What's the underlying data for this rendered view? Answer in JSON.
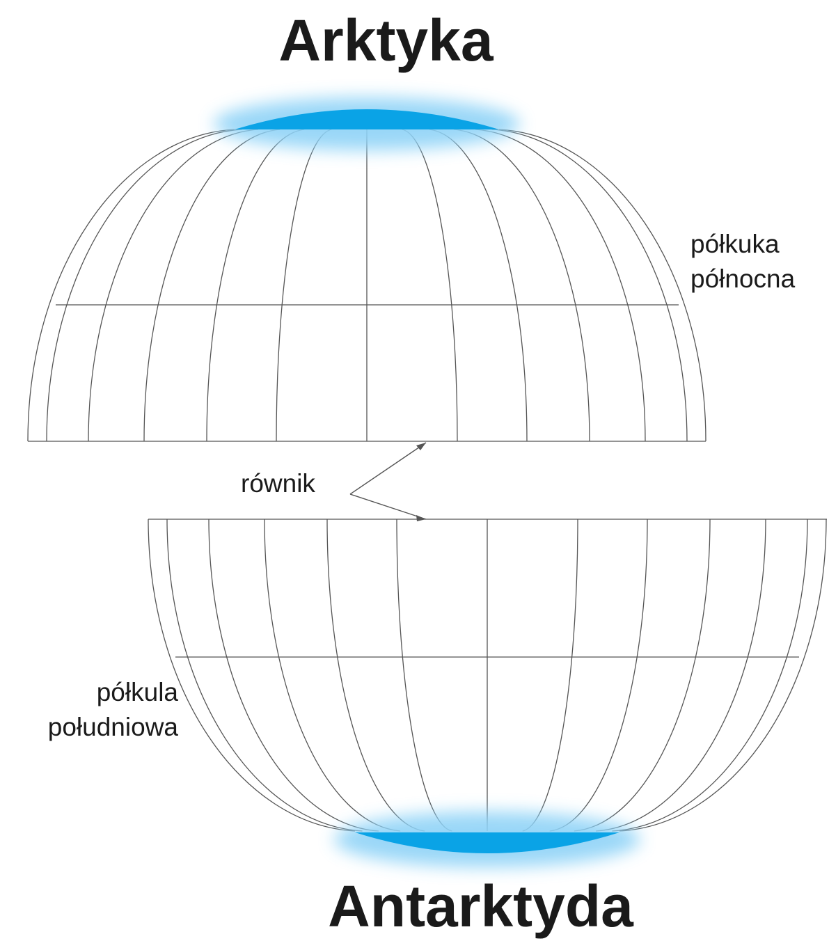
{
  "labels": {
    "north_pole": "Arktyka",
    "south_pole": "Antarktyda",
    "northern_hemisphere": [
      "półkuka",
      "północna"
    ],
    "southern_hemisphere": [
      "półkula",
      "południowa"
    ],
    "equator": "równik"
  },
  "colors": {
    "ice": "#0aa3e6",
    "glow": "#8fd3f7",
    "grid": "#555555",
    "text": "#1a1a1a"
  }
}
